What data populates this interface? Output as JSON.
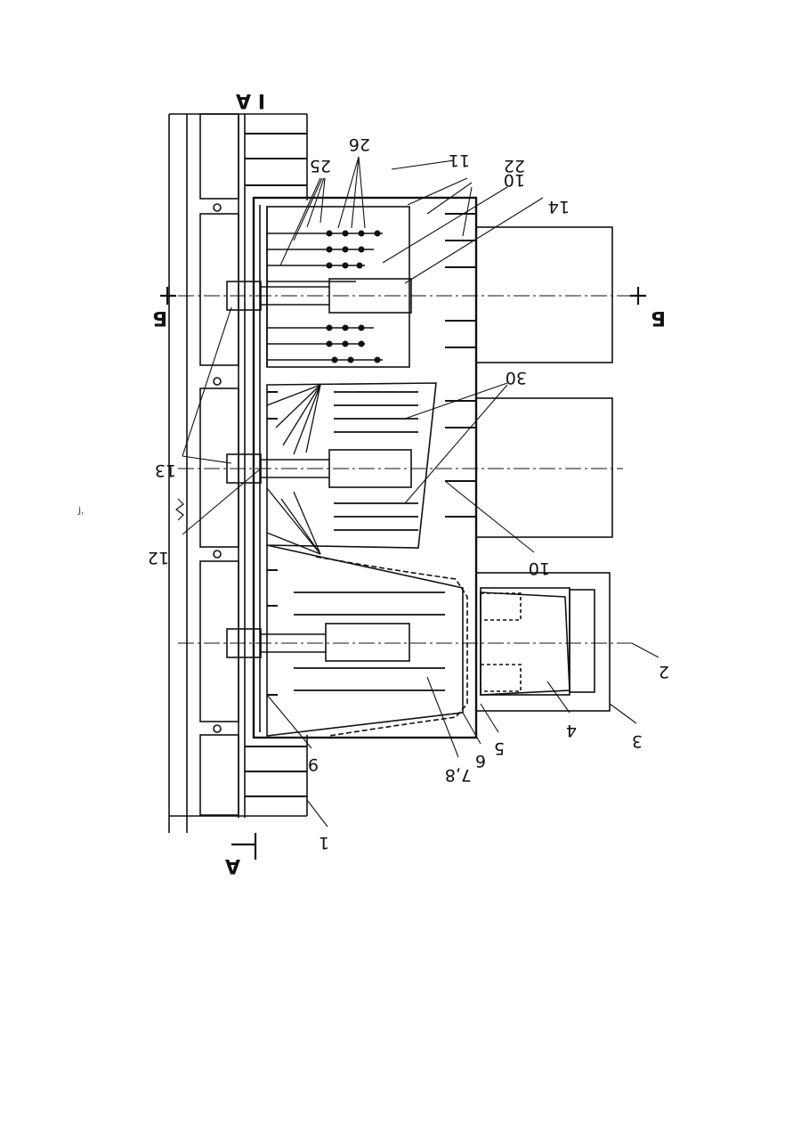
{
  "figure": {
    "labels": {
      "n1": "1",
      "n2": "2",
      "n3": "3",
      "n4": "4",
      "n5": "5",
      "n6": "6",
      "n7_8": "7,8",
      "n9": "9",
      "n10a": "10",
      "n10b": "10",
      "n11": "11",
      "n12": "12",
      "n13": "13",
      "n14": "14",
      "n22": "22",
      "n25": "25",
      "n26": "26",
      "n30": "30"
    },
    "section_marks": {
      "a_top": "A",
      "a_top_num": "I",
      "a_bottom": "A",
      "b_left": "Б",
      "b_right": "Б"
    },
    "stray_mark": "j,"
  }
}
